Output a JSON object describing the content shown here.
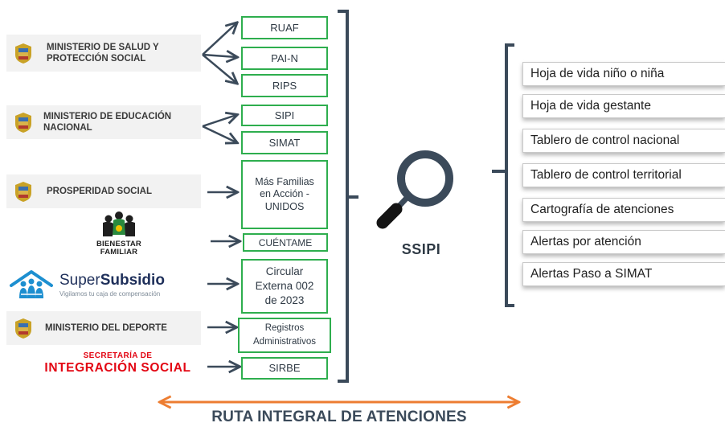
{
  "entities": [
    {
      "name": "MINISTERIO DE SALUD Y\nPROTECCIÓN SOCIAL",
      "icon": "colombia-crest-icon"
    },
    {
      "name": "MINISTERIO DE EDUCACIÓN\nNACIONAL",
      "icon": "colombia-crest-icon"
    },
    {
      "name": "PROSPERIDAD SOCIAL",
      "icon": "colombia-crest-icon"
    },
    {
      "name": "BIENESTAR\nFAMILIAR",
      "icon": "bienestar-familiar-logo-icon"
    },
    {
      "name_prefix": "Super",
      "name_bold": "Subsidio",
      "tagline": "Vigilamos tu caja de compensación",
      "icon": "supersubsidio-logo-icon"
    },
    {
      "name": "MINISTERIO DEL DEPORTE",
      "icon": "colombia-crest-icon"
    },
    {
      "name_line1": "SECRETARÍA DE",
      "name_line2": "INTEGRACIÓN SOCIAL"
    }
  ],
  "systems": [
    "RUAF",
    "PAI-N",
    "RIPS",
    "SIPI",
    "SIMAT",
    "Más Familias en Acción - UNIDOS",
    "CUÉNTAME",
    "Circular Externa 002 de 2023",
    "Registros Administrativos",
    "SIRBE"
  ],
  "center": {
    "label": "SSIPI",
    "icon": "magnifier-icon"
  },
  "outputs": [
    "Hoja de vida niño o niña",
    "Hoja de vida gestante",
    "Tablero de control nacional",
    "Tablero de control territorial",
    "Cartografía de atenciones",
    "Alertas por atención",
    "Alertas Paso a SIMAT"
  ],
  "footer": {
    "label": "RUTA INTEGRAL DE ATENCIONES"
  },
  "colors": {
    "green": "#2eae4e",
    "dark": "#3b4a5a",
    "orange": "#ed7d31",
    "red": "#e30613",
    "blue": "#1d8fd0"
  }
}
